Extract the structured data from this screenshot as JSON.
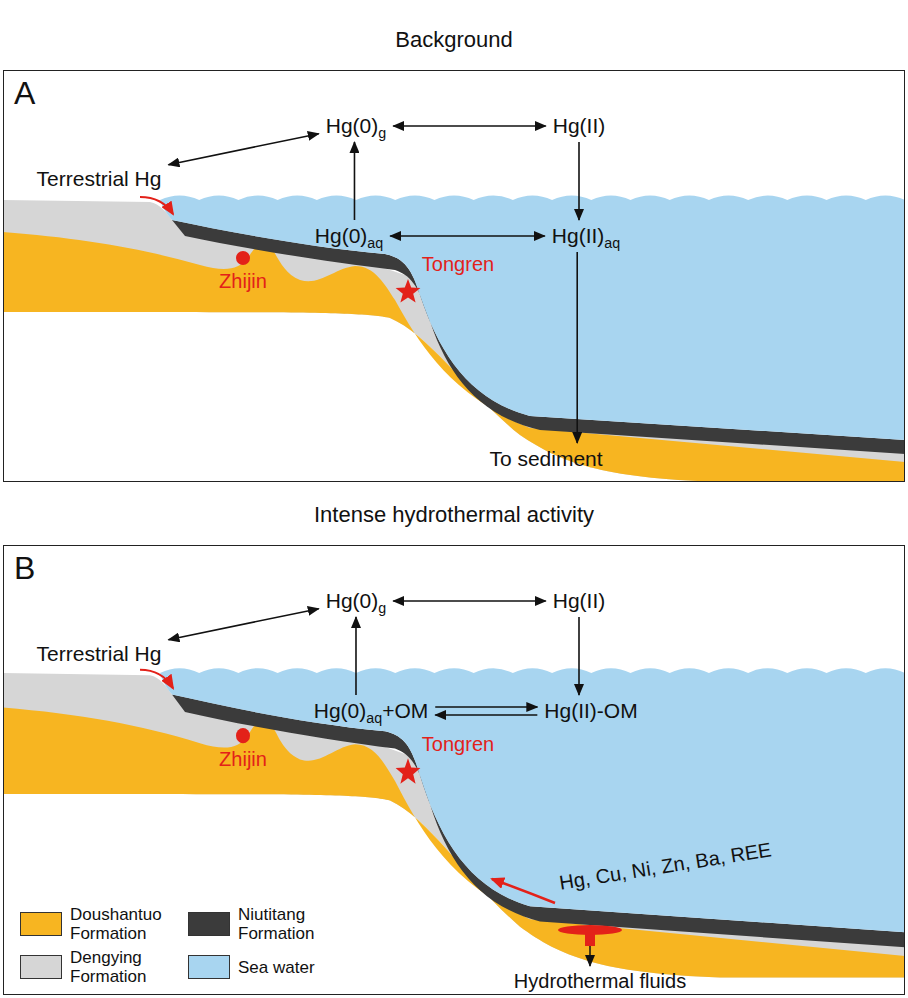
{
  "diagram": {
    "nodes": [
      {
        "text": [
          "Background",
          "A"
        ]
      },
      {
        "text": [
          "Hg(0)g"
        ],
        "in": 0
      },
      {
        "text": [
          "Hg(II)"
        ],
        "in": 0
      },
      {
        "text": [
          "Terrestrial Hg"
        ],
        "in": 0
      },
      {
        "text": [
          "Hg(0)aq"
        ],
        "in": 0
      },
      {
        "text": [
          "Hg(II)aq"
        ],
        "in": 0
      },
      {
        "text": [
          "To sediment"
        ],
        "in": 0
      },
      {
        "text": [
          "Intense hydrothermal activity",
          "B"
        ]
      },
      {
        "text": [
          "Hg(0)g"
        ],
        "in": 7
      },
      {
        "text": [
          "Hg(II)"
        ],
        "in": 7
      },
      {
        "text": [
          "Terrestrial Hg"
        ],
        "in": 7
      },
      {
        "text": [
          "Hg(0)aq+OM"
        ],
        "in": 7
      },
      {
        "text": [
          "Hg(II)-OM"
        ],
        "in": 7
      }
    ],
    "edges": [
      {
        "from": 3,
        "to": 1,
        "arrow": "both"
      },
      {
        "from": 1,
        "to": 2,
        "arrow": "both"
      },
      {
        "from": 4,
        "to": 1,
        "arrow": "to"
      },
      {
        "from": 2,
        "to": 5,
        "arrow": "to"
      },
      {
        "from": 4,
        "to": 5,
        "arrow": "both"
      },
      {
        "from": 5,
        "to": 6,
        "arrow": "to"
      },
      {
        "from": 10,
        "to": 8,
        "arrow": "both"
      },
      {
        "from": 8,
        "to": 9,
        "arrow": "both"
      },
      {
        "from": 11,
        "to": 8,
        "arrow": "to"
      },
      {
        "from": 9,
        "to": 12,
        "arrow": "to"
      },
      {
        "from": 11,
        "to": 12,
        "arrow": "both"
      }
    ],
    "labels": [
      "Zhijin",
      "Tongren",
      "Zhijin",
      "Tongren",
      "Hg, Cu, Ni, Zn, Ba, REE",
      "Hydrothermal fluids"
    ],
    "legend": [
      {
        "text": "Doushantuo Formation",
        "color": "#f7b521"
      },
      {
        "text": "Niutitang Formation",
        "color": "#3b3b3b"
      },
      {
        "text": "Dengying Formation",
        "color": "#d6d6d6"
      },
      {
        "text": "Sea water",
        "color": "#a8d5f0"
      }
    ]
  }
}
